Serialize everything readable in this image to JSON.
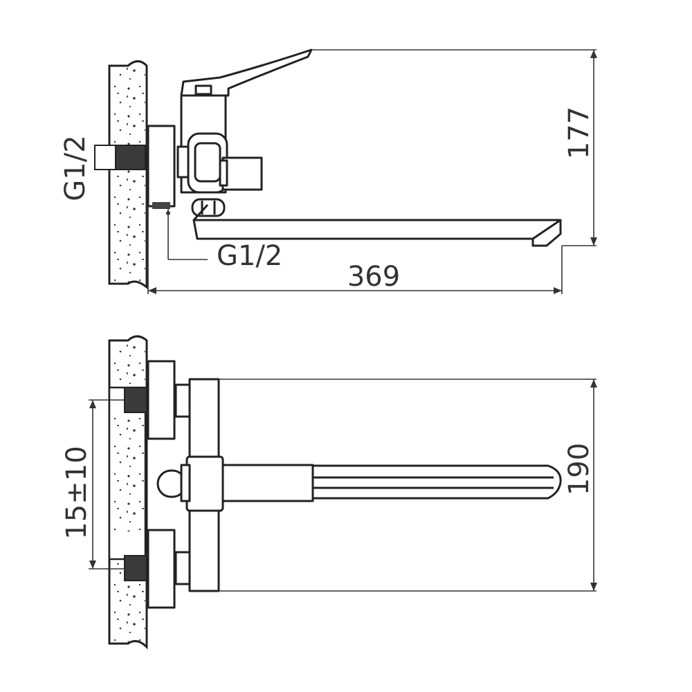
{
  "side_view": {
    "inlet_thread_label": "G1/2",
    "outlet_thread_label": "G1/2",
    "height_dimension": "177",
    "length_dimension": "369"
  },
  "top_view": {
    "width_dimension": "190",
    "center_distance_dimension": "15±10"
  }
}
